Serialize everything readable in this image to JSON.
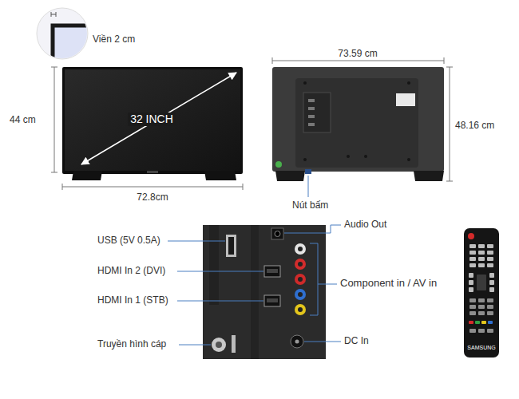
{
  "diagram": {
    "labels": [
      "Viền 2 cm",
      "73.59 cm",
      "44 cm",
      "32 INCH",
      "48.16 cm",
      "72.8cm",
      "Nút bấm",
      "Audio Out",
      "USB (5V 0.5A)",
      "HDMI In 2 (DVI)",
      "Component in / AV in",
      "HDMI In 1 (STB)",
      "Truyền hình cáp",
      "DC In",
      "SAMSUNG"
    ]
  }
}
